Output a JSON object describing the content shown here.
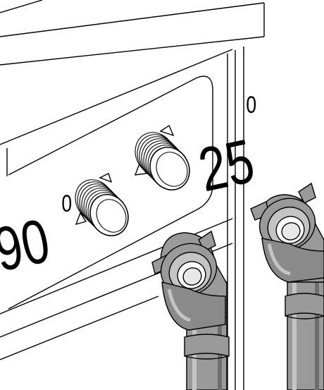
{
  "labels": {
    "left_temperature": "90",
    "left_degree_mark": "0",
    "right_temperature": "25",
    "right_degree_mark": "0"
  },
  "colors": {
    "line": "#000000",
    "background": "#ffffff",
    "hose": "#9a9a9a",
    "hose_shadow": "#6e6e6e",
    "hose_light": "#c4c4c4",
    "thread": "#ffffff"
  },
  "icons": {
    "inlet_connector": "threaded-inlet-icon",
    "hose_nut": "wing-nut-icon"
  }
}
